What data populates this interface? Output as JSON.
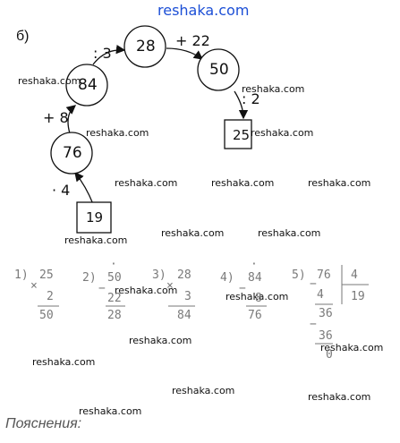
{
  "header": {
    "site": "reshaka.com"
  },
  "part_label": "б)",
  "watermark": "reshaka.com",
  "chain": {
    "nodes": [
      "28",
      "50",
      "84",
      "25",
      "76",
      "19"
    ],
    "ops": [
      ": 3",
      "+ 22",
      ": 2",
      "+ 8",
      "· 4"
    ]
  },
  "calcs": {
    "c1": {
      "idx": "1)",
      "a": "25",
      "b": "2",
      "res": "50",
      "sign": "×"
    },
    "c2": {
      "idx": "2)",
      "a": "50",
      "b": "22",
      "res": "28",
      "sign": "−",
      "dot": "·"
    },
    "c3": {
      "idx": "3)",
      "a": "28",
      "b": "3",
      "res": "84",
      "sign": "×"
    },
    "c4": {
      "idx": "4)",
      "a": "84",
      "b": "8",
      "res": "76",
      "sign": "−",
      "dot": "·"
    },
    "c5": {
      "idx": "5)",
      "dividend": "76",
      "divisor": "4",
      "quotient": "19",
      "s1": "4",
      "r1": "36",
      "s2": "36",
      "r2": "0",
      "sign": "−"
    }
  },
  "footer": {
    "explanation": "Пояснения:"
  }
}
